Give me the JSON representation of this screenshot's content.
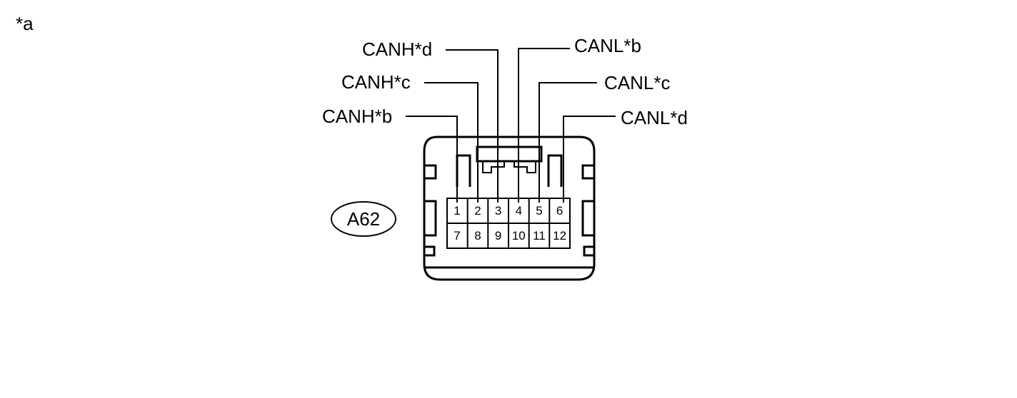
{
  "figure_label": "*a",
  "connector_id": "A62",
  "leaders": {
    "canh_d": "CANH*d",
    "canh_c": "CANH*c",
    "canh_b": "CANH*b",
    "canl_b": "CANL*b",
    "canl_c": "CANL*c",
    "canl_d": "CANL*d"
  },
  "pins": {
    "top_row": [
      "1",
      "2",
      "3",
      "4",
      "5",
      "6"
    ],
    "bottom_row": [
      "7",
      "8",
      "9",
      "10",
      "11",
      "12"
    ]
  }
}
